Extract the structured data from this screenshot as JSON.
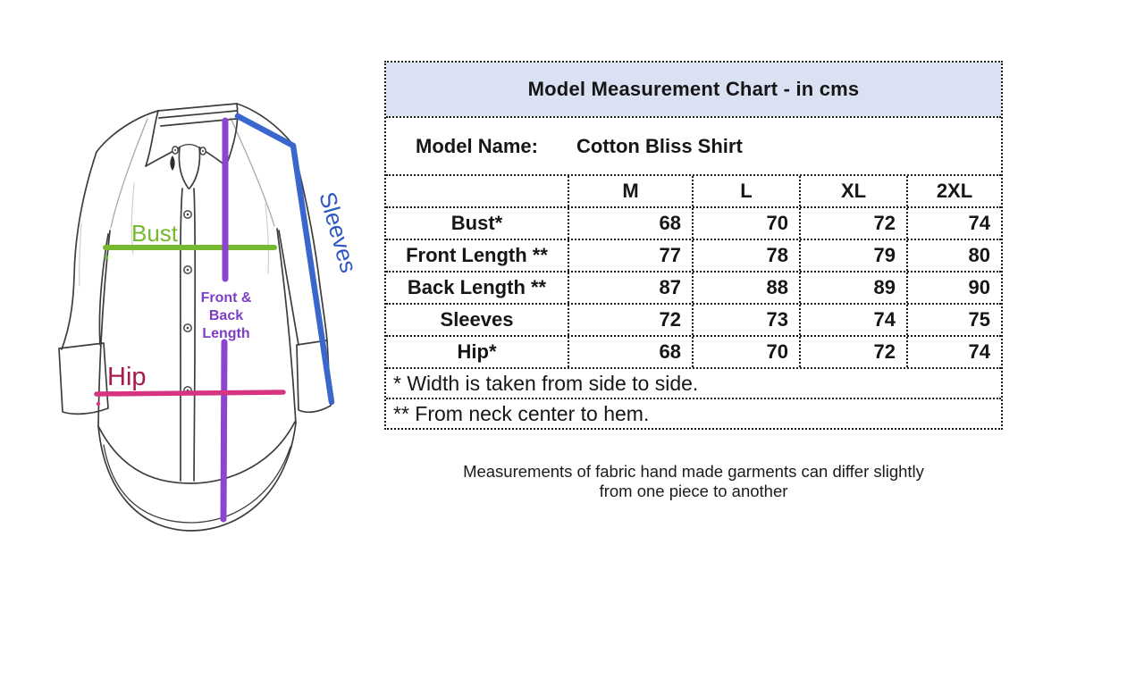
{
  "title": "Model Measurement Chart - in cms",
  "model": {
    "label": "Model Name:",
    "value": "Cotton Bliss Shirt"
  },
  "sizes": [
    "M",
    "L",
    "XL",
    "2XL"
  ],
  "measurements": [
    {
      "label": "Bust*",
      "values": [
        "68",
        "70",
        "72",
        "74"
      ]
    },
    {
      "label": "Front Length **",
      "values": [
        "77",
        "78",
        "79",
        "80"
      ]
    },
    {
      "label": "Back Length **",
      "values": [
        "87",
        "88",
        "89",
        "90"
      ]
    },
    {
      "label": "Sleeves",
      "values": [
        "72",
        "73",
        "74",
        "75"
      ]
    },
    {
      "label": "Hip*",
      "values": [
        "68",
        "70",
        "72",
        "74"
      ]
    }
  ],
  "footnotes": [
    "* Width is taken from side to side.",
    "** From neck center to hem."
  ],
  "note_lines": [
    "Measurements of fabric hand made garments can differ slightly",
    "from one piece to another"
  ],
  "diagram": {
    "bust_label": "Bust",
    "hip_label": "Hip",
    "sleeves_label": "Sleeves",
    "length_label_lines": [
      "Front &",
      "Back",
      "Length"
    ],
    "colors": {
      "bust": "#76b92f",
      "hip_line": "#d63380",
      "hip_text": "#a8194d",
      "length": "#8c45cf",
      "length_text": "#7d3ec4",
      "sleeves_line": "#3a67cd",
      "sleeves_text": "#2e57c2",
      "header_bg": "#d9e1f2",
      "table_border": "#1c1c1c"
    }
  }
}
